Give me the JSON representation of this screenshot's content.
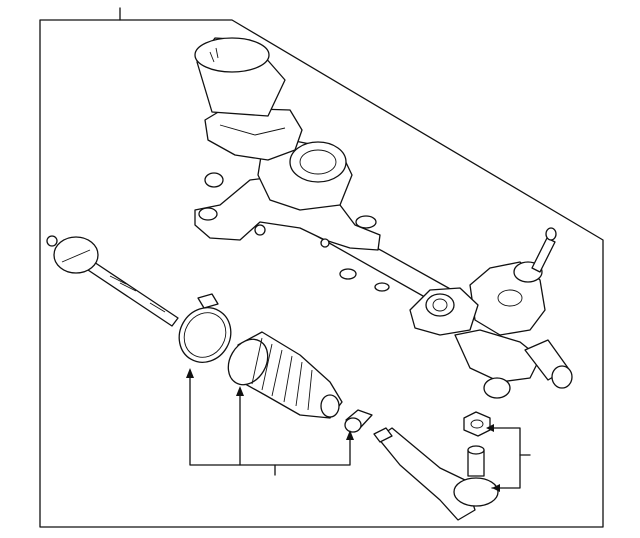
{
  "diagram": {
    "kind": "exploded parts diagram",
    "parts": [
      {
        "name": "steering-gear-assembly",
        "icon": "rack-and-pinion-icon"
      },
      {
        "name": "inner-tie-rod",
        "icon": "tie-rod-icon"
      },
      {
        "name": "boot-clamp-large",
        "icon": "clamp-ring-icon"
      },
      {
        "name": "rack-boot",
        "icon": "bellows-boot-icon"
      },
      {
        "name": "boot-clamp-small",
        "icon": "small-clamp-icon"
      },
      {
        "name": "outer-tie-rod-end",
        "icon": "tie-rod-end-icon"
      },
      {
        "name": "castle-nut",
        "icon": "nut-icon"
      }
    ],
    "colors": {
      "line": "#111111",
      "background": "#ffffff"
    }
  }
}
